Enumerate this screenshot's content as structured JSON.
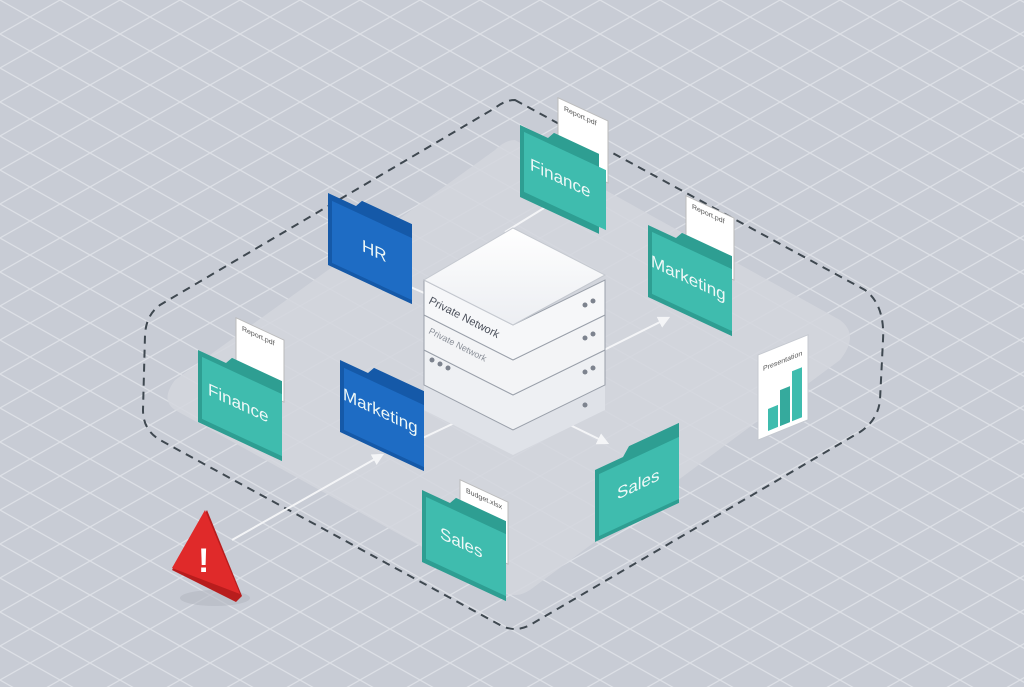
{
  "server": {
    "label_primary": "Private Network",
    "label_secondary": "Private Network"
  },
  "folders": [
    {
      "label": "Finance",
      "doc": "Report.pdf",
      "color": "#3fbcae"
    },
    {
      "label": "HR",
      "color": "#1e6cc4"
    },
    {
      "label": "Marketing",
      "doc": "Report.pdf",
      "color": "#3fbcae"
    },
    {
      "label": "Finance",
      "doc": "Report.pdf",
      "color": "#3fbcae"
    },
    {
      "label": "Marketing",
      "color": "#1e6cc4"
    },
    {
      "label": "Sales",
      "doc": "Budget.xlsx",
      "color": "#3fbcae"
    },
    {
      "label": "Sales",
      "color": "#3fbcae"
    }
  ],
  "presentation": {
    "label": "Presentation"
  },
  "warning": {
    "symbol": "!",
    "color": "#e02a2a"
  }
}
